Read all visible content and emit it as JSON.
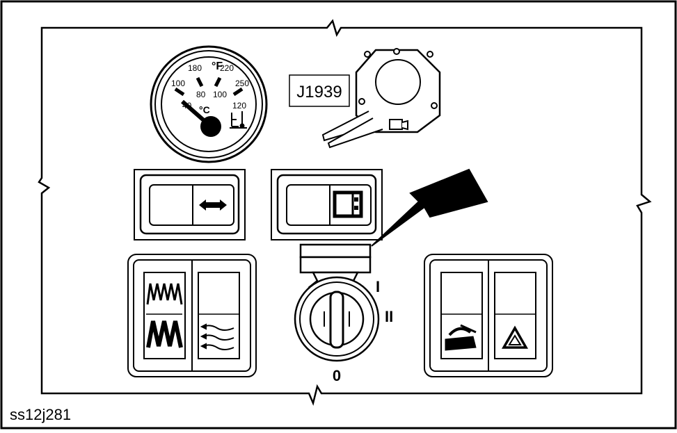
{
  "figure": {
    "id_label": "ss12j281",
    "protocol_badge": "J1939"
  },
  "gauge": {
    "unit_f": "°F",
    "unit_c": "°C",
    "scale_f": [
      "100",
      "180",
      "220",
      "250"
    ],
    "scale_c": [
      "40",
      "80",
      "100",
      "120"
    ]
  },
  "key_switch": {
    "positions": [
      "0",
      "I",
      "II"
    ]
  }
}
